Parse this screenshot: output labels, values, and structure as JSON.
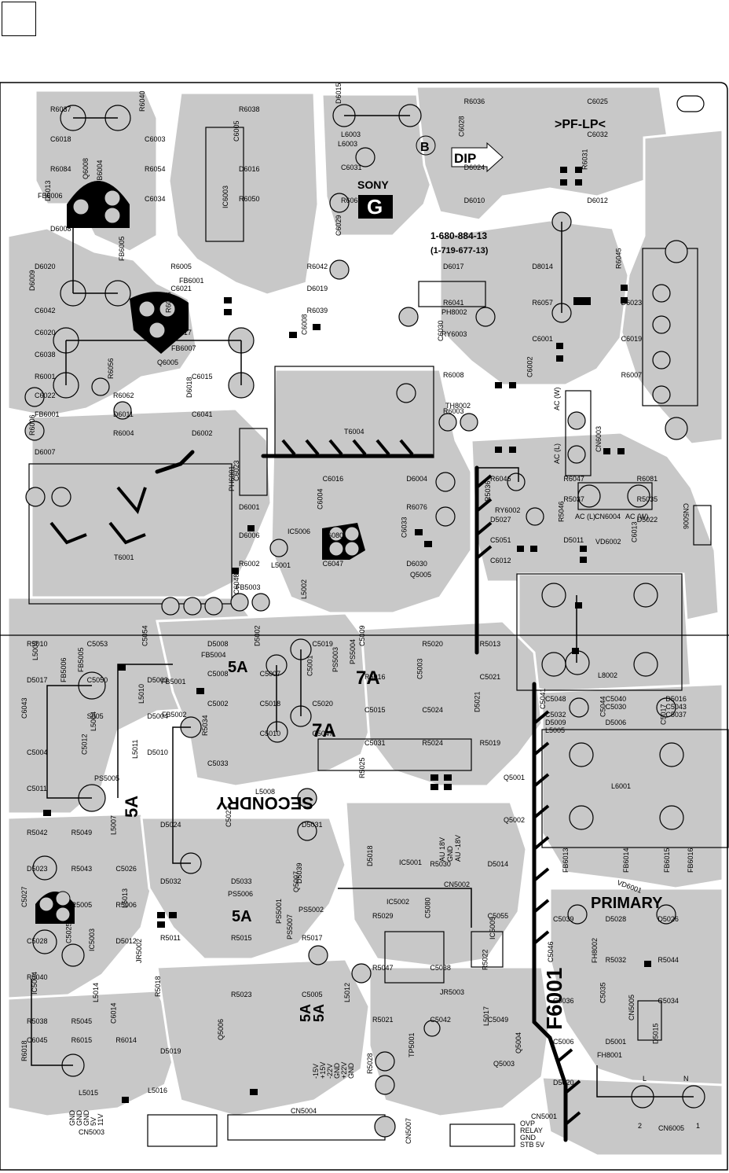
{
  "board": {
    "brand": "SONY",
    "board_letter": "G",
    "part_number": "1-680-884-13",
    "part_number_sub": "(1-719-677-13)",
    "side_mark": "B",
    "dip_label": "DIP",
    "pf_label": ">PF-LP<",
    "secondary_label": "SECONDRY",
    "primary_label": "PRIMARY",
    "fuse_label": "F6001",
    "current_labels": [
      "5A",
      "7A",
      "7A",
      "5A",
      "5A",
      "5A",
      "5A"
    ]
  },
  "connectors": {
    "cn6005": {
      "label": "CN6005",
      "pins": [
        "L",
        "N",
        "2",
        "1"
      ]
    },
    "cn6004": {
      "label": "CN6004",
      "pins": [
        "AC (L)",
        "AC (W)"
      ]
    },
    "cn6003": {
      "label": "CN6003",
      "pins": [
        "AC (W)",
        "AC (L)"
      ]
    },
    "cn5004": {
      "label": "CN5004",
      "pins": [
        "-15V",
        "+15V",
        "-22V",
        "GND",
        "+22V",
        "GND"
      ]
    },
    "cn5003": {
      "label": "CN5003",
      "pins": [
        "GND",
        "GND",
        "GND",
        "5V",
        "11V"
      ]
    },
    "cn5001": {
      "label": "CN5001",
      "pins": [
        "OVP",
        "RELAY",
        "GND",
        "STB 5V"
      ]
    },
    "cn5002": {
      "label": "CN5002",
      "pins": [
        "AU 18V",
        "GND",
        "AU -18V"
      ]
    },
    "cn5006": {
      "label": "CN5006"
    },
    "cn5005": {
      "label": "CN5005"
    },
    "cn5007": {
      "label": "CN5007"
    }
  },
  "components": {
    "ic": [
      "IC6003",
      "IC5006",
      "IC5004",
      "IC5003",
      "IC5001",
      "IC5002",
      "IC5005"
    ],
    "transformers": [
      "T6004",
      "T6001"
    ],
    "inductors": [
      "L8002",
      "L6001",
      "L5001",
      "L5002",
      "L5008",
      "L5003",
      "L5004",
      "L5010",
      "L5011",
      "L5012",
      "L5013",
      "L5014",
      "L5015",
      "L5016",
      "L5017",
      "L6003"
    ],
    "relays": [
      "RY6003",
      "RY6002"
    ],
    "photocouplers": [
      "PH8002",
      "PH6001"
    ],
    "thermistor": [
      "TH8002"
    ],
    "transistors": [
      "Q6008",
      "Q6005",
      "Q5005",
      "Q5001",
      "Q5002",
      "Q5003",
      "Q5004",
      "Q5006",
      "Q5007"
    ],
    "fuse_holders": [
      "FH8001",
      "FH8002"
    ],
    "ferrite_beads": [
      "FB6006",
      "FB6005",
      "FB6007",
      "FB6001",
      "FB6004",
      "FB5001",
      "FB5002",
      "FB5003",
      "FB5004",
      "FB5005",
      "FB5006",
      "FB6013",
      "FB6014",
      "FB6015",
      "FB6016"
    ],
    "pos_sensors": [
      "PS5001",
      "PS5002",
      "PS5003",
      "PS5004",
      "PS5005",
      "PS5006",
      "PS5007"
    ],
    "varistors": [
      "VD6001",
      "VD6002"
    ],
    "misc": [
      "TP5001",
      "JR5003",
      "JR5002"
    ]
  },
  "ref_labels": [
    "R6037",
    "R6040",
    "R6038",
    "C6018",
    "C6003",
    "C6005",
    "R6084",
    "R6054",
    "D6016",
    "D6013",
    "C6034",
    "R6050",
    "D6008",
    "D6015",
    "R6036",
    "C6025",
    "L6003",
    "C6028",
    "C6032",
    "C6031",
    "D6024",
    "R6031",
    "R6063",
    "D6010",
    "D6012",
    "C6029",
    "D6020",
    "R6005",
    "R6042",
    "D6009",
    "C6021",
    "D6019",
    "C6042",
    "R6058",
    "R6039",
    "C6020",
    "C6017",
    "C6008",
    "C6038",
    "D6017",
    "D8014",
    "R6045",
    "R6041",
    "R6057",
    "D6023",
    "C6030",
    "C6001",
    "C6019",
    "R6008",
    "C6002",
    "R6007",
    "R6003",
    "R6001",
    "R6056",
    "C6015",
    "C6022",
    "R6062",
    "D6018",
    "FB6001",
    "D6011",
    "C6041",
    "R6006",
    "R6004",
    "D6002",
    "D6007",
    "C6023",
    "C6016",
    "D6004",
    "D6001",
    "C6004",
    "R6076",
    "D6006",
    "R6080",
    "C6033",
    "R6002",
    "C6047",
    "D6030",
    "C6048",
    "R6046",
    "R6047",
    "R6081",
    "R5036",
    "R5037",
    "R5035",
    "D5027",
    "R5046",
    "D5022",
    "C5051",
    "D5011",
    "C6013",
    "C6012",
    "R5010",
    "C5053",
    "C5054",
    "D5017",
    "C5050",
    "D5003",
    "C6043",
    "S005",
    "D5004",
    "C5004",
    "C5012",
    "D5010",
    "C5011",
    "D5008",
    "D5002",
    "C5019",
    "C5008",
    "C5007",
    "C5001",
    "C5002",
    "C5018",
    "C5020",
    "R5034",
    "C5010",
    "C5047",
    "C5033",
    "C5009",
    "R5020",
    "R5013",
    "R5016",
    "C5003",
    "C5021",
    "C5015",
    "C5024",
    "D5021",
    "C5031",
    "R5024",
    "R5019",
    "R5025",
    "C5048",
    "C5040",
    "D5016",
    "C5041",
    "C5030",
    "C5043",
    "C5032",
    "C5044",
    "C5037",
    "D5009",
    "D5006",
    "C5017",
    "L5005",
    "R5042",
    "R5049",
    "L5007",
    "D5023",
    "R5043",
    "C5026",
    "C5027",
    "R5005",
    "R5006",
    "C5028",
    "C5025",
    "D5012",
    "R5040",
    "D5024",
    "C5022",
    "D5031",
    "D5032",
    "D5033",
    "D5039",
    "R5011",
    "R5015",
    "R5017",
    "R5018",
    "R5023",
    "C5005",
    "D5019",
    "D5018",
    "R5030",
    "D5014",
    "R5029",
    "C5080",
    "C5055",
    "R5047",
    "C5038",
    "R5022",
    "R5021",
    "C5042",
    "C5049",
    "R5028",
    "C5039",
    "D5028",
    "D5026",
    "C5046",
    "R5032",
    "R5044",
    "C5036",
    "C5035",
    "C5034",
    "C5006",
    "D5001",
    "D5015",
    "D5020",
    "R5038",
    "R5045",
    "C6014",
    "C6045",
    "R6015",
    "R6014",
    "R6018"
  ],
  "colors": {
    "board": "#c8c8c8",
    "copper_outline": "#ffffff",
    "ink": "#000000"
  }
}
